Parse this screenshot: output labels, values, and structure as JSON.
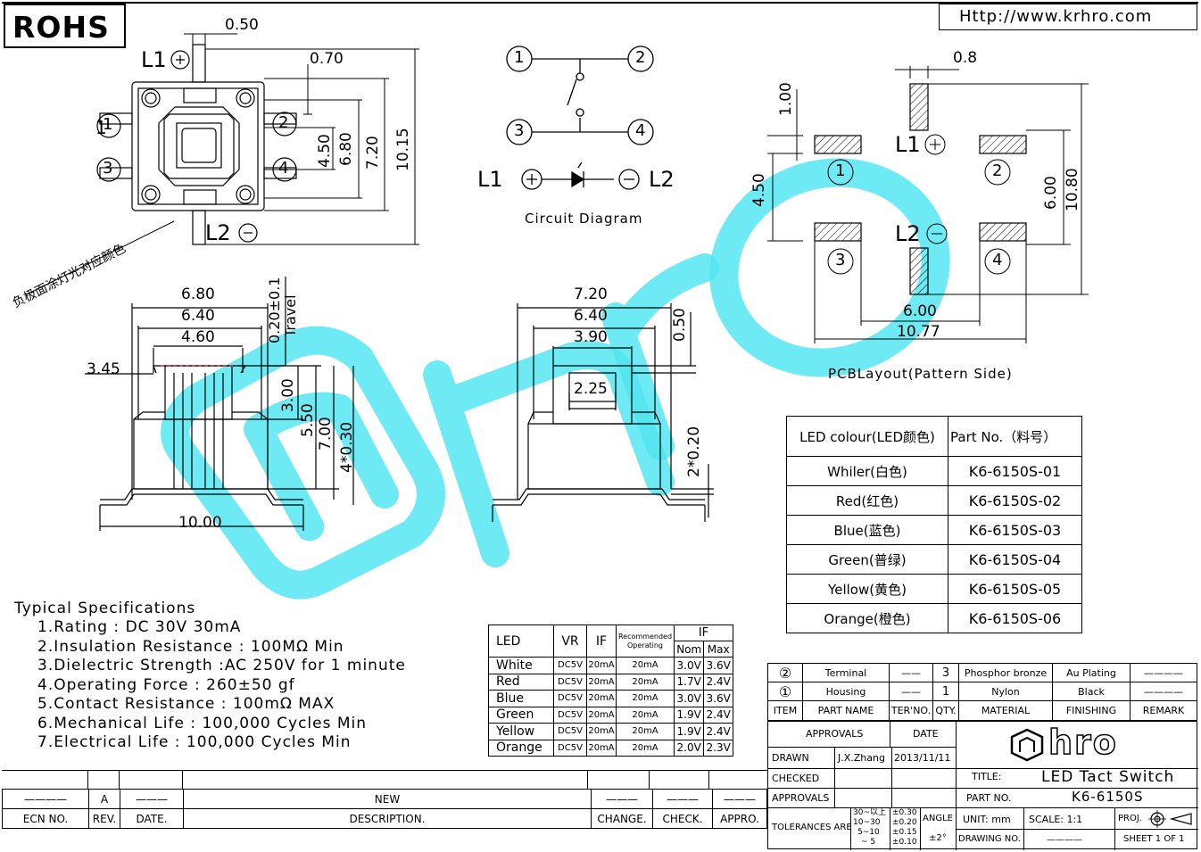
{
  "header": {
    "rohs": "ROHS",
    "url": "Http://www.krhro.com"
  },
  "top_view": {
    "dims": [
      "0.50",
      "0.70",
      "4.50",
      "6.80",
      "7.20",
      "10.15"
    ],
    "l1": "L1",
    "l2": "L2",
    "note": "负极面涂灯光对应颜色"
  },
  "circuit": {
    "title": "Circuit Diagram",
    "l1": "L1",
    "l2": "L2"
  },
  "pcb": {
    "dims": [
      "0.8",
      "1.00",
      "4.50",
      "6.00",
      "10.80",
      "6.00",
      "10.77"
    ],
    "l1": "L1",
    "l2": "L2",
    "title": "PCBLayout(Pattern Side)"
  },
  "side_view": {
    "dims": [
      "6.80",
      "6.40",
      "4.60",
      "3.45",
      "0.20±0.1",
      "Travel",
      "3.00",
      "5.50",
      "7.00",
      "4*0.30",
      "10.00"
    ]
  },
  "front_view": {
    "dims": [
      "7.20",
      "6.40",
      "3.90",
      "0.50",
      "2.25",
      "2*0.20"
    ]
  },
  "part_table": {
    "headers": [
      "LED colour(LED颜色)",
      "Part No.（料号）"
    ],
    "rows": [
      [
        "Whiler(白色)",
        "K6-6150S-01"
      ],
      [
        "Red(红色)",
        "K6-6150S-02"
      ],
      [
        "Blue(蓝色)",
        "K6-6150S-03"
      ],
      [
        "Green(普绿)",
        "K6-6150S-04"
      ],
      [
        "Yellow(黄色)",
        "K6-6150S-05"
      ],
      [
        "Orange(橙色)",
        "K6-6150S-06"
      ]
    ]
  },
  "specs": {
    "title": "Typical Specifications",
    "items": [
      "1.Rating : DC 30V 30mA",
      "2.Insulation Resistance : 100MΩ Min",
      "3.Dielectric Strength :AC 250V for 1 minute",
      "4.Operating Force : 260±50 gf",
      "5.Contact Resistance : 100mΩ MAX",
      "6.Mechanical Life : 100,000 Cycles Min",
      "7.Electrical Life : 100,000 Cycles Min"
    ]
  },
  "led_table": {
    "h_led": "LED",
    "h_vr": "VR",
    "h_if": "IF",
    "h_rec1": "Recommended",
    "h_rec2": "Operating",
    "h_if2": "IF",
    "h_nom": "Nom",
    "h_max": "Max",
    "rows": [
      [
        "White",
        "DC5V",
        "20mA",
        "20mA",
        "3.0V",
        "3.6V"
      ],
      [
        "Red",
        "DC5V",
        "20mA",
        "20mA",
        "1.7V",
        "2.4V"
      ],
      [
        "Blue",
        "DC5V",
        "20mA",
        "20mA",
        "3.0V",
        "3.6V"
      ],
      [
        "Green",
        "DC5V",
        "20mA",
        "20mA",
        "1.9V",
        "2.4V"
      ],
      [
        "Yellow",
        "DC5V",
        "20mA",
        "20mA",
        "1.9V",
        "2.4V"
      ],
      [
        "Orange",
        "DC5V",
        "20mA",
        "20mA",
        "2.0V",
        "2.3V"
      ]
    ]
  },
  "bom": {
    "rows": [
      [
        "②",
        "Terminal",
        "——",
        "3",
        "Phosphor bronze",
        "Au Plating",
        "————"
      ],
      [
        "①",
        "Housing",
        "——",
        "1",
        "Nylon",
        "Black",
        "————"
      ]
    ],
    "header": [
      "ITEM",
      "PART NAME",
      "TER'NO.",
      "QTY.",
      "MATERIAL",
      "FINISHING",
      "REMARK"
    ]
  },
  "title_block": {
    "approvals": "APPROVALS",
    "date": "DATE",
    "drawn": "DRAWN",
    "drawn_by": "J.X.Zhang",
    "drawn_date": "2013/11/11",
    "checked": "CHECKED",
    "approvals2": "APPROVALS",
    "title_label": "TITLE:",
    "title": "LED Tact Switch",
    "part_label": "PART NO.",
    "part_no": "K6-6150S",
    "tolerances": "TOLERANCES ARE",
    "tol_ranges": [
      "30~以上",
      "10~30",
      "5~10",
      "~ 5"
    ],
    "tol_values": [
      "±0.30",
      "±0.20",
      "±0.15",
      "±0.10"
    ],
    "angle": "ANGLE",
    "angle_val": "±2°",
    "unit": "UNIT: mm",
    "scale": "SCALE: 1:1",
    "proj": "PROJ.",
    "drawing_no": "DRAWING NO.",
    "drawing_no_val": "————",
    "sheet": "SHEET 1 OF 1",
    "logo": "hro"
  },
  "revision": {
    "row": [
      "————",
      "A",
      "———",
      "NEW",
      "———",
      "———",
      "———"
    ],
    "labels": [
      "ECN NO.",
      "REV.",
      "DATE.",
      "DESCRIPTION.",
      "CHANGE.",
      "CHECK.",
      "APPRO."
    ]
  },
  "watermark": "hro"
}
